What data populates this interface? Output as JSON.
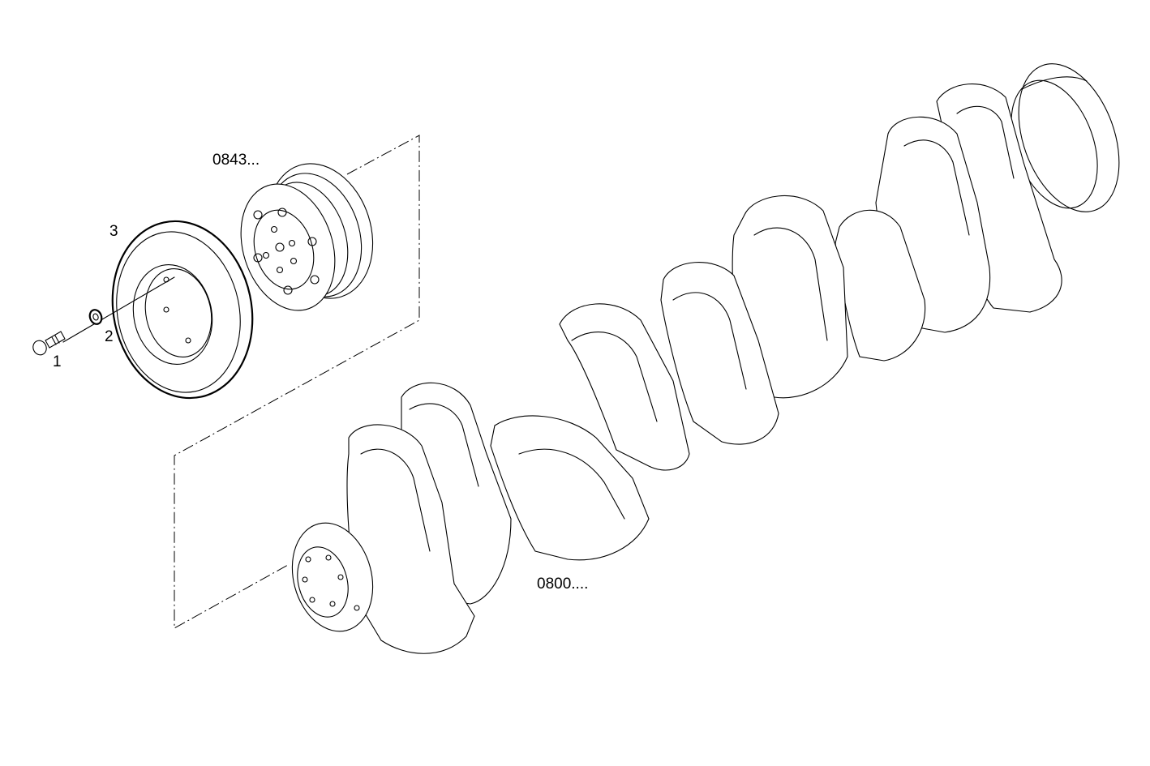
{
  "labels": {
    "part_1": "1",
    "part_2": "2",
    "part_3": "3",
    "pulley_ref": "0843...",
    "crankshaft_ref": "0800...."
  }
}
